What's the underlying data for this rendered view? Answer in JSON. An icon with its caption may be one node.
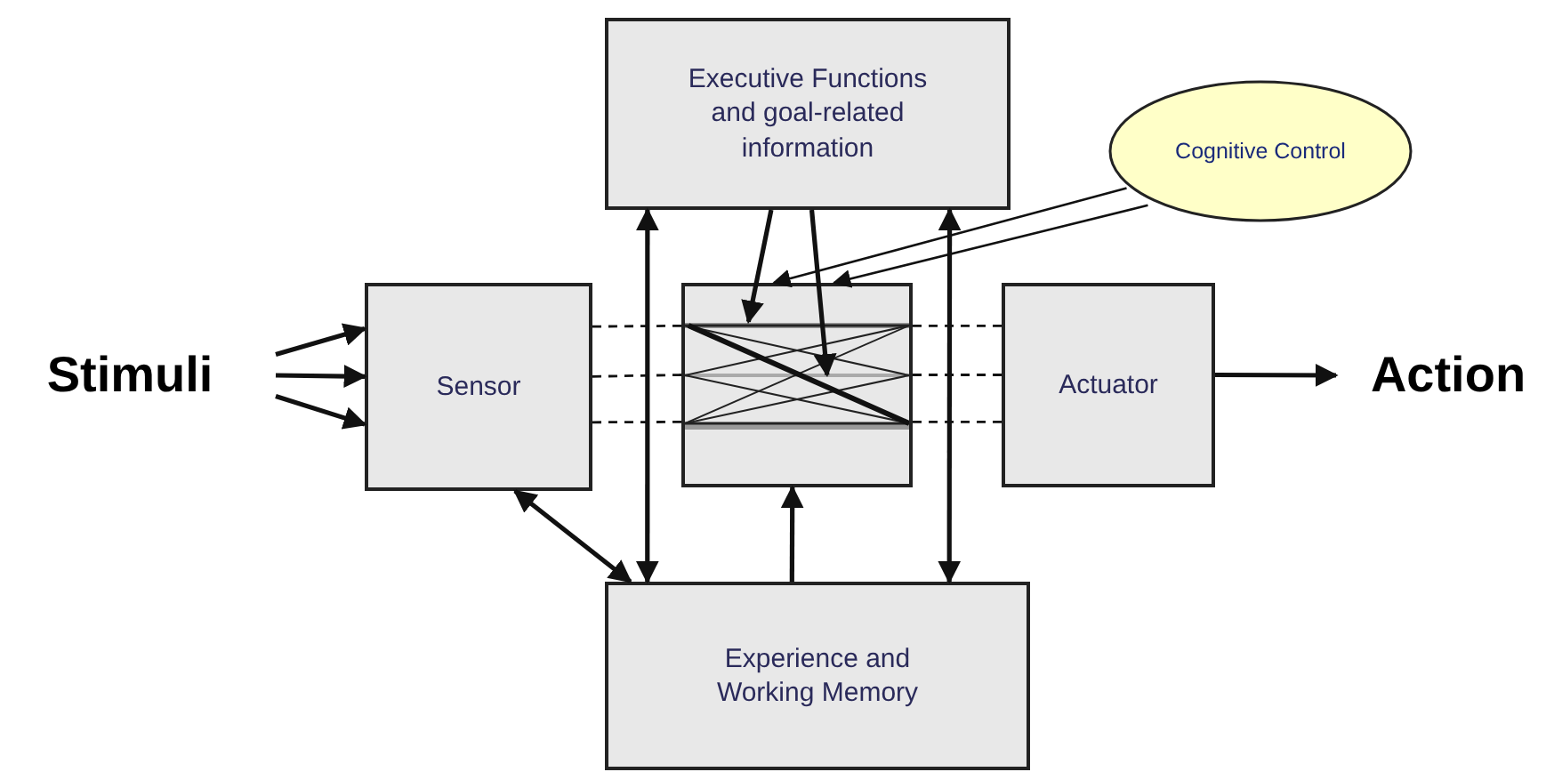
{
  "diagram": {
    "nodes": [
      {
        "text": [
          "Stimuli"
        ]
      },
      {
        "text": [
          "Sensor"
        ]
      },
      {
        "text": [
          "Executive Functions and goal-related information"
        ]
      },
      {
        "text": [
          "Cognitive Control"
        ]
      },
      {
        "text": [],
        "shape": "box"
      },
      {
        "text": [
          "Actuator"
        ]
      },
      {
        "text": [
          "Action"
        ]
      },
      {
        "text": [
          "Experience and Working Memory"
        ]
      }
    ],
    "edges": [
      {
        "from": 0,
        "to": 1,
        "arrow": "to"
      },
      {
        "from": 0,
        "to": 1,
        "arrow": "to"
      },
      {
        "from": 0,
        "to": 1,
        "arrow": "to"
      },
      {
        "from": 2,
        "to": 4,
        "arrow": "to"
      },
      {
        "from": 2,
        "to": 4,
        "arrow": "to"
      },
      {
        "from": 3,
        "to": 4,
        "arrow": "to"
      },
      {
        "from": 3,
        "to": 4,
        "arrow": "to"
      },
      {
        "from": 2,
        "to": 7,
        "arrow": "both"
      },
      {
        "from": 2,
        "to": 7,
        "arrow": "both"
      },
      {
        "from": 1,
        "to": 7,
        "arrow": "both"
      },
      {
        "from": 7,
        "to": 4,
        "arrow": "to"
      },
      {
        "from": 1,
        "to": 4,
        "arrow": "none",
        "style": "dashed"
      },
      {
        "from": 1,
        "to": 4,
        "arrow": "none",
        "style": "dashed"
      },
      {
        "from": 1,
        "to": 4,
        "arrow": "none",
        "style": "dashed"
      },
      {
        "from": 4,
        "to": 5,
        "arrow": "none",
        "style": "dashed"
      },
      {
        "from": 4,
        "to": 5,
        "arrow": "none",
        "style": "dashed"
      },
      {
        "from": 4,
        "to": 5,
        "arrow": "none",
        "style": "dashed"
      },
      {
        "from": 5,
        "to": 6,
        "arrow": "to"
      }
    ]
  }
}
